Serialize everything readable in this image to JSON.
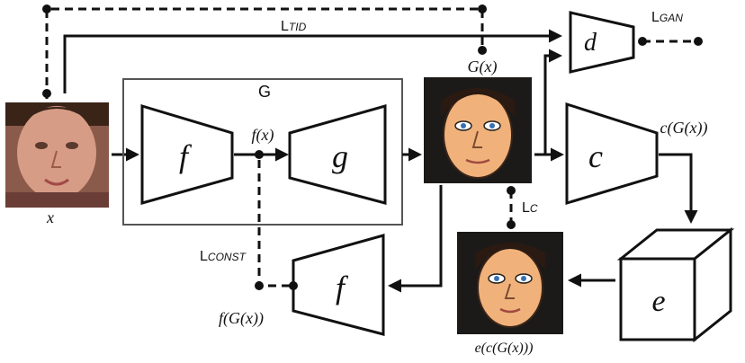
{
  "labels": {
    "x": "x",
    "g_box": "G",
    "f_enc": "f",
    "f_of_x": "f(x)",
    "g_gen": "g",
    "g_of_x": "G(x)",
    "d": "d",
    "c": "c",
    "c_of_g": "c(G(x))",
    "e": "e",
    "e_of_c": "e(c(G(x)))",
    "f_enc2": "f",
    "f_of_g": "f(G(x))"
  },
  "losses": {
    "tid": {
      "prefix": "L",
      "sub": "TID"
    },
    "gan": {
      "prefix": "L",
      "sub": "GAN"
    },
    "c": {
      "prefix": "L",
      "sub": "C"
    },
    "const": {
      "prefix": "L",
      "sub": "CONST"
    }
  },
  "images": {
    "input_photo": "photo-face",
    "output_cartoon": "cartoon-face",
    "reconstructed_cartoon": "cartoon-face"
  }
}
